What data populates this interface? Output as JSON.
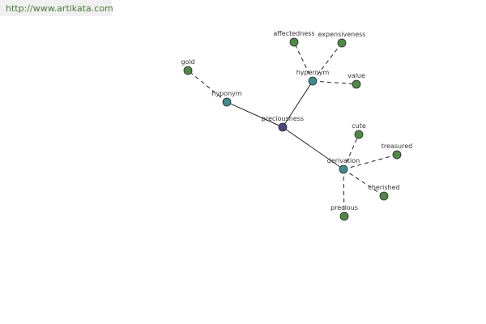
{
  "source": {
    "url_text": "http://www.artikata.com"
  },
  "graph": {
    "colors": {
      "center": "#4a4a80",
      "relation": "#3f8a8c",
      "leaf": "#4f8a45",
      "edge": "#222222"
    },
    "nodes": [
      {
        "id": "preciousness",
        "label": "preciousness",
        "kind": "center"
      },
      {
        "id": "hyponym",
        "label": "hyponym",
        "kind": "relation"
      },
      {
        "id": "hypernym",
        "label": "hypernym",
        "kind": "relation"
      },
      {
        "id": "derivation",
        "label": "derivation",
        "kind": "relation"
      },
      {
        "id": "gold",
        "label": "gold",
        "kind": "leaf"
      },
      {
        "id": "affectedness",
        "label": "affectedness",
        "kind": "leaf"
      },
      {
        "id": "expensiveness",
        "label": "expensiveness",
        "kind": "leaf"
      },
      {
        "id": "value",
        "label": "value",
        "kind": "leaf"
      },
      {
        "id": "cute",
        "label": "cute",
        "kind": "leaf"
      },
      {
        "id": "treasured",
        "label": "treasured",
        "kind": "leaf"
      },
      {
        "id": "cherished",
        "label": "cherished",
        "kind": "leaf"
      },
      {
        "id": "precious",
        "label": "precious",
        "kind": "leaf"
      }
    ],
    "edges": [
      {
        "from": "preciousness",
        "to": "hyponym",
        "style": "solid"
      },
      {
        "from": "preciousness",
        "to": "hypernym",
        "style": "solid"
      },
      {
        "from": "preciousness",
        "to": "derivation",
        "style": "solid"
      },
      {
        "from": "hyponym",
        "to": "gold",
        "style": "dashed"
      },
      {
        "from": "hypernym",
        "to": "affectedness",
        "style": "dashed"
      },
      {
        "from": "hypernym",
        "to": "expensiveness",
        "style": "dashed"
      },
      {
        "from": "hypernym",
        "to": "value",
        "style": "dashed"
      },
      {
        "from": "derivation",
        "to": "cute",
        "style": "dashed"
      },
      {
        "from": "derivation",
        "to": "treasured",
        "style": "dashed"
      },
      {
        "from": "derivation",
        "to": "cherished",
        "style": "dashed"
      },
      {
        "from": "derivation",
        "to": "precious",
        "style": "dashed"
      }
    ]
  }
}
